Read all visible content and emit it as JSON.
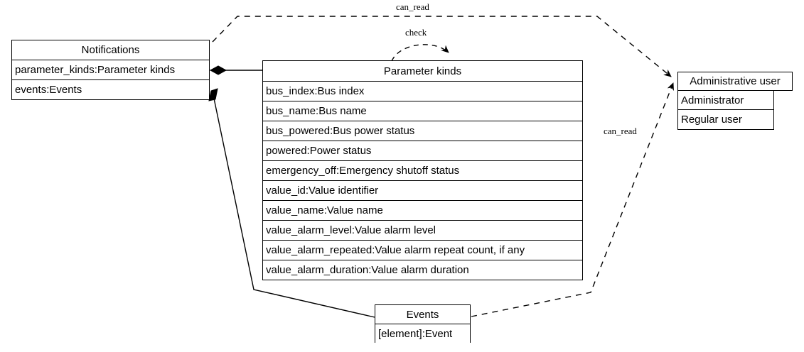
{
  "diagram": {
    "type": "uml-class-diagram",
    "background_color": "#ffffff",
    "stroke_color": "#000000",
    "classes": [
      {
        "id": "notifications",
        "title": "Notifications",
        "attributes": [
          "parameter_kinds:Parameter kinds",
          "events:Events"
        ]
      },
      {
        "id": "parameter_kinds",
        "title": "Parameter kinds",
        "attributes": [
          "bus_index:Bus index",
          "bus_name:Bus name",
          "bus_powered:Bus power status",
          "powered:Power status",
          "emergency_off:Emergency shutoff status",
          "value_id:Value identifier",
          "value_name:Value name",
          "value_alarm_level:Value alarm level",
          "value_alarm_repeated:Value alarm repeat count, if any",
          "value_alarm_duration:Value alarm duration"
        ]
      },
      {
        "id": "administrative_user",
        "title": "Administrative user",
        "attributes": [
          "Administrator",
          "Regular user"
        ]
      },
      {
        "id": "events",
        "title": "Events",
        "attributes": [
          "[element]:Event"
        ]
      }
    ],
    "edges": [
      {
        "id": "notifications-can-read-admin",
        "label": "can_read",
        "style": "dashed",
        "from": "notifications",
        "to": "administrative_user",
        "arrow": "open-filled"
      },
      {
        "id": "parameter-kinds-check-self",
        "label": "check",
        "style": "dashed",
        "from": "parameter_kinds",
        "to": "parameter_kinds",
        "arrow": "open-filled"
      },
      {
        "id": "events-can-read-admin",
        "label": "can_read",
        "style": "dashed",
        "from": "events",
        "to": "administrative_user",
        "arrow": "open-filled"
      },
      {
        "id": "notifications-owns-parameter-kinds",
        "label": "",
        "style": "solid",
        "from": "notifications",
        "to": "parameter_kinds",
        "arrow": "filled-diamond"
      },
      {
        "id": "notifications-owns-events",
        "label": "",
        "style": "solid",
        "from": "notifications",
        "to": "events",
        "arrow": "filled-diamond"
      }
    ]
  }
}
